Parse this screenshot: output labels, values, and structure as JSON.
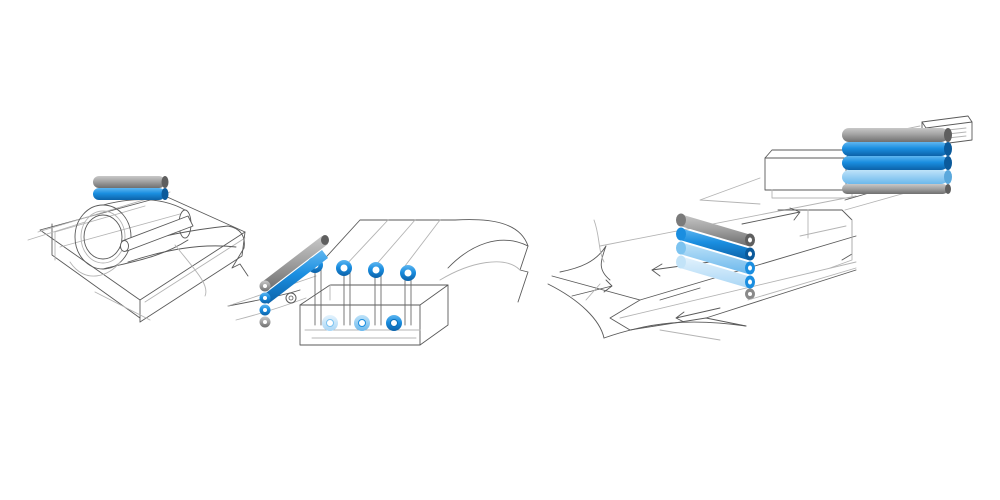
{
  "figure": {
    "palette": {
      "background": "#ffffff",
      "sketch_line": "#5a5a5a",
      "sketch_light": "#b4b4b4",
      "roller_grey": "#9c9c9c",
      "roller_grey_dark": "#6f6f6f",
      "roller_blue": "#1a8ee0",
      "roller_blue_dark": "#0c6fb8",
      "roller_blue_light": "#7cc3f0",
      "roller_blue_pale": "#c2e3f8"
    },
    "stages": [
      {
        "id": "unwind",
        "icon": "unwind-roll-icon",
        "roller_colors": [
          "grey",
          "blue"
        ]
      },
      {
        "id": "coating",
        "icon": "coating-bath-icon",
        "roller_colors": [
          "grey",
          "blue",
          "grey",
          "blue",
          "grey"
        ]
      },
      {
        "id": "calender",
        "icon": "roller-stack-icon",
        "roller_colors": [
          "grey",
          "blue",
          "blue",
          "blue-light",
          "grey",
          "grey",
          "blue",
          "blue",
          "grey"
        ]
      }
    ]
  }
}
